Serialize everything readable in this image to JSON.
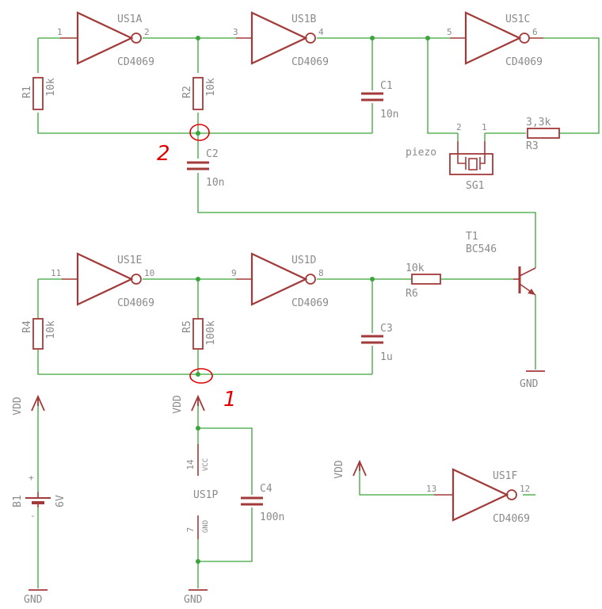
{
  "gates": [
    {
      "id": "US1A",
      "type": "CD4069",
      "pin_in": "1",
      "pin_out": "2"
    },
    {
      "id": "US1B",
      "type": "CD4069",
      "pin_in": "3",
      "pin_out": "4"
    },
    {
      "id": "US1C",
      "type": "CD4069",
      "pin_in": "5",
      "pin_out": "6"
    },
    {
      "id": "US1E",
      "type": "CD4069",
      "pin_in": "11",
      "pin_out": "10"
    },
    {
      "id": "US1D",
      "type": "CD4069",
      "pin_in": "9",
      "pin_out": "8"
    },
    {
      "id": "US1F",
      "type": "CD4069",
      "pin_in": "13",
      "pin_out": "12"
    }
  ],
  "resistors": [
    {
      "id": "R1",
      "value": "10k"
    },
    {
      "id": "R2",
      "value": "10k"
    },
    {
      "id": "R3",
      "value": "3,3k"
    },
    {
      "id": "R4",
      "value": "10k"
    },
    {
      "id": "R5",
      "value": "100k"
    },
    {
      "id": "R6",
      "value": "10k"
    }
  ],
  "capacitors": [
    {
      "id": "C1",
      "value": "10n"
    },
    {
      "id": "C2",
      "value": "10n"
    },
    {
      "id": "C3",
      "value": "1u"
    },
    {
      "id": "C4",
      "value": "100n"
    }
  ],
  "piezo": {
    "id": "SG1",
    "label": "piezo",
    "pin_a": "2",
    "pin_b": "1"
  },
  "transistor": {
    "id": "T1",
    "type": "BC546"
  },
  "battery": {
    "id": "B1",
    "value": "6V",
    "plus": "+",
    "minus": "-"
  },
  "power_unit": {
    "id": "US1P",
    "pin_vcc": "14",
    "vcc_label": "VCC",
    "pin_gnd": "7",
    "gnd_label": "GND"
  },
  "power": {
    "vdd": "VDD",
    "gnd": "GND"
  },
  "annotations": {
    "mark_1": "1",
    "mark_2": "2"
  },
  "colors": {
    "wire": "#3aa33a",
    "component": "#a33a3a",
    "text": "#8a8a8a",
    "annotation": "#e00000"
  }
}
